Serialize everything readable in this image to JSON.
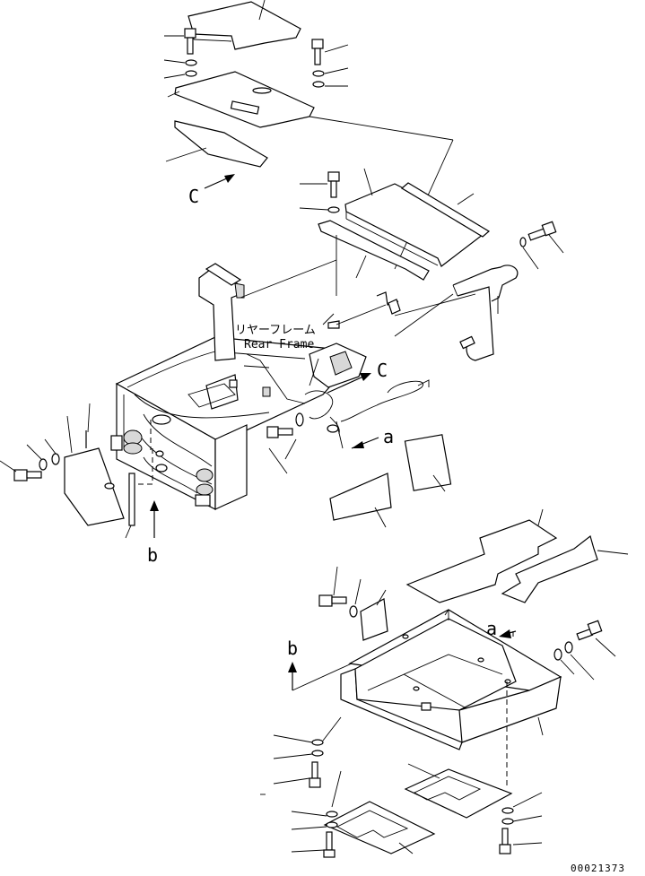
{
  "labels": {
    "rear_frame_jp": "リヤーフレーム",
    "rear_frame_en": "Rear Frame",
    "view_c_top": "C",
    "view_c_mid": "C",
    "view_a_mid": "a",
    "view_b_left": "b",
    "view_a_bottom": "a",
    "view_b_bottom": "b",
    "drawing_number": "00021373"
  }
}
